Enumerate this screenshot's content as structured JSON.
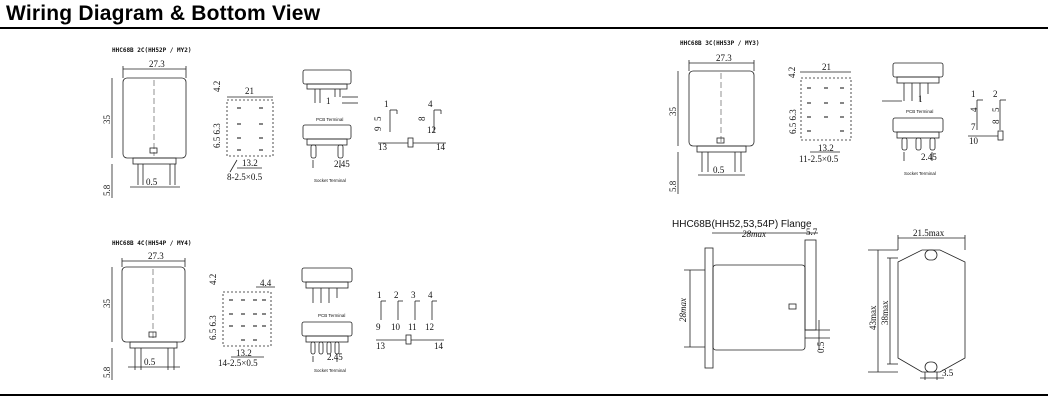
{
  "page": {
    "title": "Wiring Diagram & Bottom View"
  },
  "diagrams": {
    "hh52": {
      "caption": "HHC68B 2C(HH52P / MY2)",
      "width": "27.3",
      "height": "35",
      "pin": "5.8",
      "gap": "0.5",
      "bottom_top": "4.2",
      "bottom_width": "21",
      "bottom_side": "6.5 6.3",
      "bottom_pitch": "13.2",
      "bottom_holes": "8-2.5×0.5",
      "pcb": "PCB Terminal",
      "socket": "Socket Terminal",
      "socket_gap": "2.45",
      "pcb_pin": "1",
      "wiring": [
        "1",
        "4",
        "5",
        "8",
        "9",
        "12",
        "13",
        "14"
      ]
    },
    "hh53": {
      "caption": "HHC68B 3C(HH53P / MY3)",
      "width": "27.3",
      "height": "35",
      "pin": "5.8",
      "gap": "0.5",
      "bottom_top": "4.2",
      "bottom_width": "21",
      "bottom_side": "6.5 6.3",
      "bottom_pitch": "13.2",
      "bottom_holes": "11-2.5×0.5",
      "pcb": "PCB Terminal",
      "socket": "Socket Terminal",
      "socket_gap": "2.45",
      "pcb_pin": "1",
      "wiring": [
        "1",
        "2",
        "4",
        "5",
        "7",
        "8",
        "10"
      ]
    },
    "hh54": {
      "caption": "HHC68B 4C(HH54P / MY4)",
      "width": "27.3",
      "height": "35",
      "pin": "5.8",
      "gap": "0.5",
      "bottom_top": "4.2",
      "bottom_extra": "4.4",
      "bottom_side": "6.5 6.3",
      "bottom_pitch": "13.2",
      "bottom_holes": "14-2.5×0.5",
      "pcb": "PCB Terminal",
      "socket": "Socket Terminal",
      "socket_gap": "2.45",
      "wiring": [
        "1",
        "2",
        "3",
        "4",
        "9",
        "10",
        "11",
        "12",
        "13",
        "14"
      ]
    },
    "flange": {
      "caption": "HHC68B(HH52,53,54P) Flange",
      "length": "28max",
      "height": "28max",
      "tab": "5.7",
      "gap": "0.5",
      "front_width": "21.5max",
      "front_h1": "43max",
      "front_h2": "38max",
      "hole": "3.5"
    }
  }
}
